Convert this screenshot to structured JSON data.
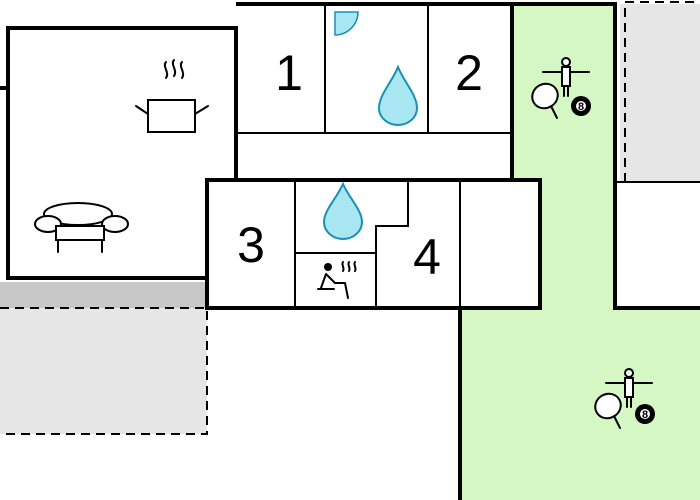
{
  "rooms": [
    {
      "id": "room-1",
      "label": "1"
    },
    {
      "id": "room-2",
      "label": "2"
    },
    {
      "id": "room-3",
      "label": "3"
    },
    {
      "id": "room-4",
      "label": "4"
    }
  ],
  "icons": {
    "cooking": "cooking-pot-icon",
    "sofa": "sofa-icon",
    "shower": "water-drop-icon",
    "sauna": "sauna-icon",
    "door": "door-swing-icon",
    "games": "game-room-icon",
    "billiard_ball_label": "8"
  },
  "colors": {
    "wall": "#000000",
    "game_room_fill": "#d4f7c4",
    "terrace_fill": "#e6e6e6",
    "terrace_dark_fill": "#c8c8c8",
    "water_drop_fill": "#a8e6f2",
    "water_drop_stroke": "#1a8fb5"
  }
}
